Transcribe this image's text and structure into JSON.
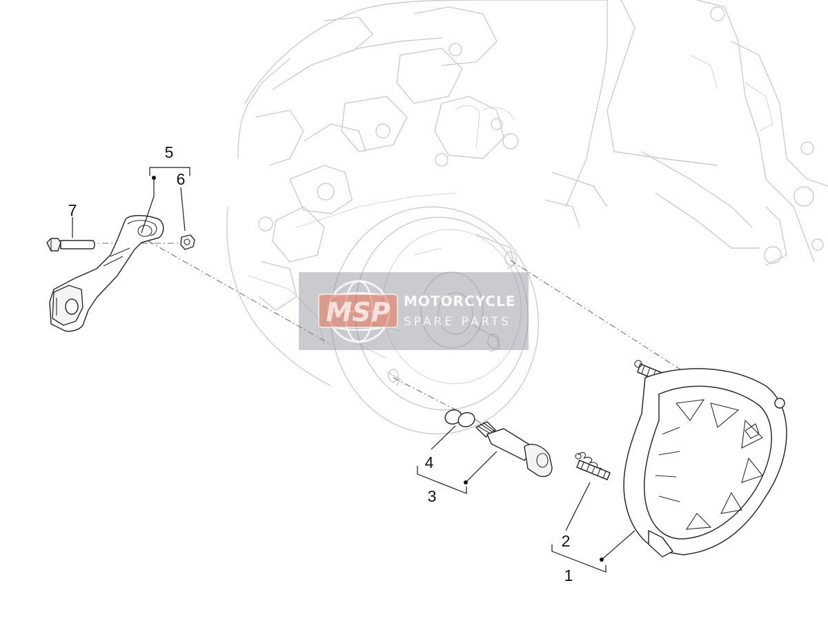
{
  "diagram": {
    "callouts": [
      {
        "id": "callout-1",
        "label": "1"
      },
      {
        "id": "callout-2",
        "label": "2"
      },
      {
        "id": "callout-3",
        "label": "3"
      },
      {
        "id": "callout-4",
        "label": "4"
      },
      {
        "id": "callout-5",
        "label": "5"
      },
      {
        "id": "callout-6",
        "label": "6"
      },
      {
        "id": "callout-7",
        "label": "7"
      }
    ]
  },
  "watermark": {
    "logo": "MSP",
    "line1": "MOTORCYCLE",
    "line2": "SPARE PARTS",
    "colors": {
      "logo": "#e8593a",
      "text": "#ffffff",
      "panel": "#8a8f99"
    }
  }
}
